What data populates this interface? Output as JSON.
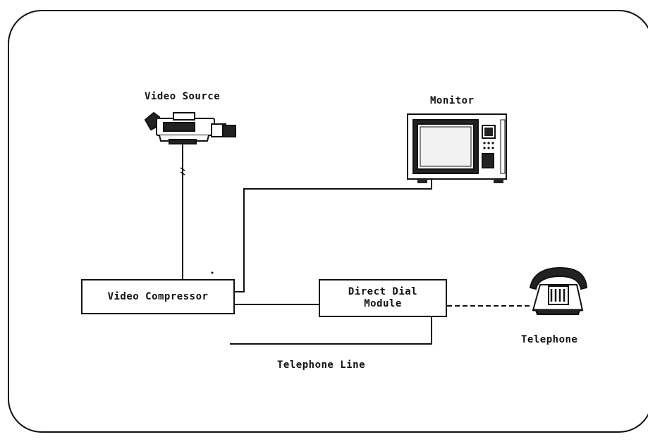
{
  "labels": {
    "video_source": "Video Source",
    "monitor": "Monitor",
    "telephone": "Telephone",
    "telephone_line": "Telephone Line"
  },
  "boxes": {
    "video_compressor": "Video Compressor",
    "direct_dial_module_line1": "Direct Dial",
    "direct_dial_module_line2": "Module"
  },
  "icons": {
    "video_source": "video-camera-icon",
    "monitor": "monitor-icon",
    "telephone": "telephone-icon"
  }
}
